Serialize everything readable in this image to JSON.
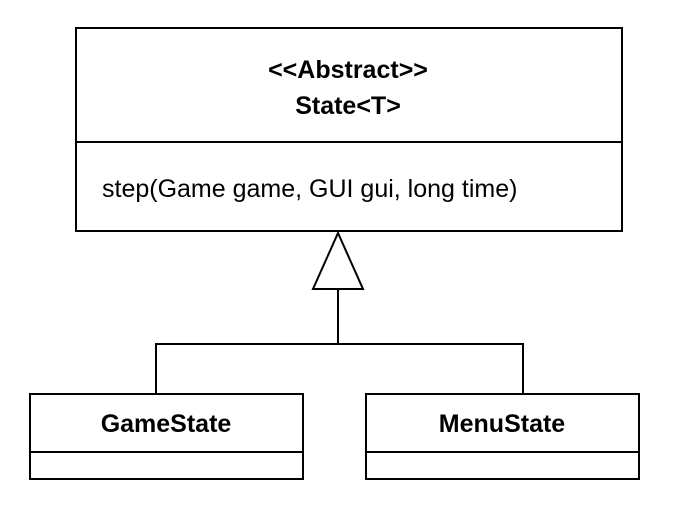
{
  "state_class": {
    "stereotype": "<<Abstract>>",
    "name": "State<T>",
    "method": "step(Game game, GUI gui, long time)"
  },
  "game_state_class": {
    "name": "GameState"
  },
  "menu_state_class": {
    "name": "MenuState"
  },
  "colors": {
    "stroke": "#000000",
    "fill": "#ffffff"
  }
}
